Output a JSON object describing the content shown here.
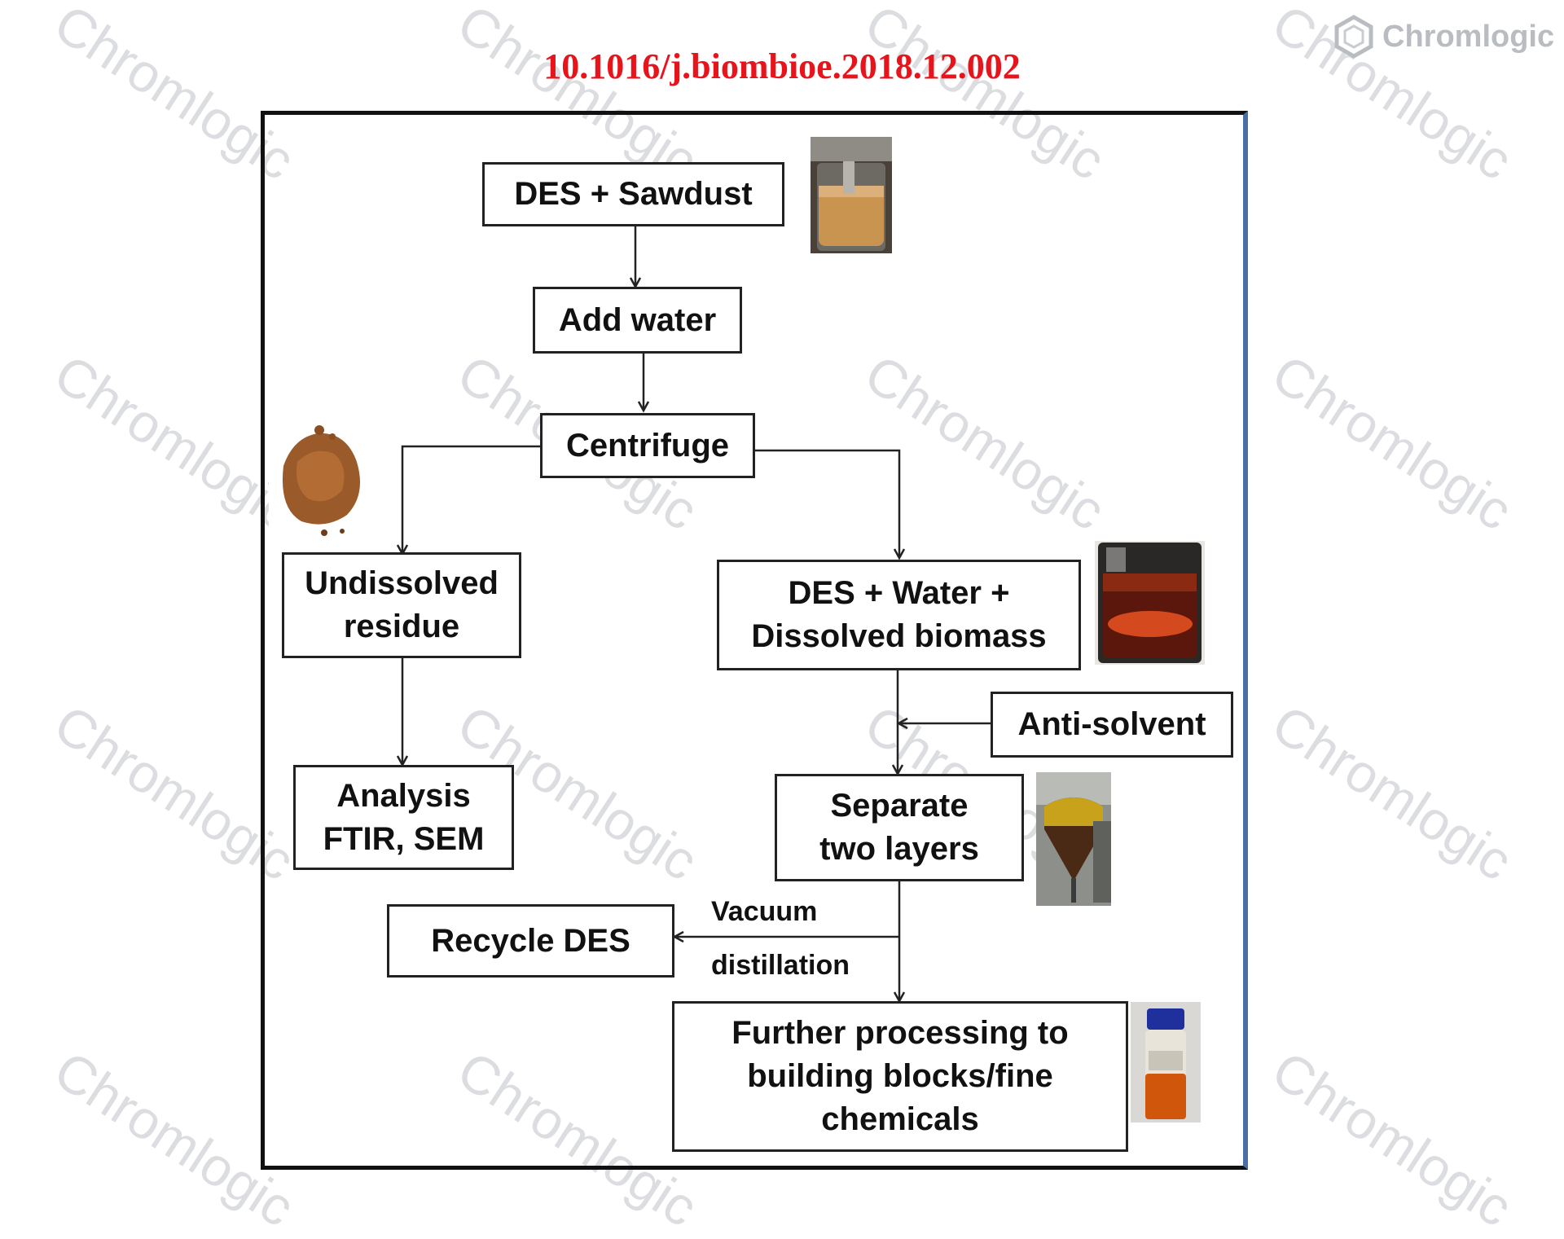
{
  "header": {
    "doi": "10.1016/j.biombioe.2018.12.002",
    "brand": "Chromlogic",
    "watermark_text": "Chromlogic"
  },
  "flow": {
    "des_sawdust": "DES + Sawdust",
    "add_water": "Add water",
    "centrifuge": "Centrifuge",
    "undissolved_line1": "Undissolved",
    "undissolved_line2": "residue",
    "dissolved_line1": "DES + Water +",
    "dissolved_line2": "Dissolved biomass",
    "analysis_line1": "Analysis",
    "analysis_line2": "FTIR, SEM",
    "anti_solvent": "Anti-solvent",
    "separate_line1": "Separate",
    "separate_line2": "two layers",
    "recycle": "Recycle DES",
    "vacuum": "Vacuum",
    "distillation": "distillation",
    "further_line1": "Further processing to",
    "further_line2": "building blocks/fine",
    "further_line3": "chemicals"
  },
  "colors": {
    "doi": "#e8141c",
    "line": "#222222",
    "watermark": "#dcdde0",
    "frame_accent": "#4b6fa5"
  },
  "photos": [
    {
      "name": "beaker-sawdust-photo",
      "depicts": "beaker with DES and sawdust suspension"
    },
    {
      "name": "residue-powder-photo",
      "depicts": "brown undissolved residue powder"
    },
    {
      "name": "dark-solution-beaker-photo",
      "depicts": "beaker with dark red dissolved biomass solution"
    },
    {
      "name": "separatory-funnel-photo",
      "depicts": "separatory funnel with two layers"
    },
    {
      "name": "vial-product-photo",
      "depicts": "blue-capped vial with orange product"
    }
  ]
}
